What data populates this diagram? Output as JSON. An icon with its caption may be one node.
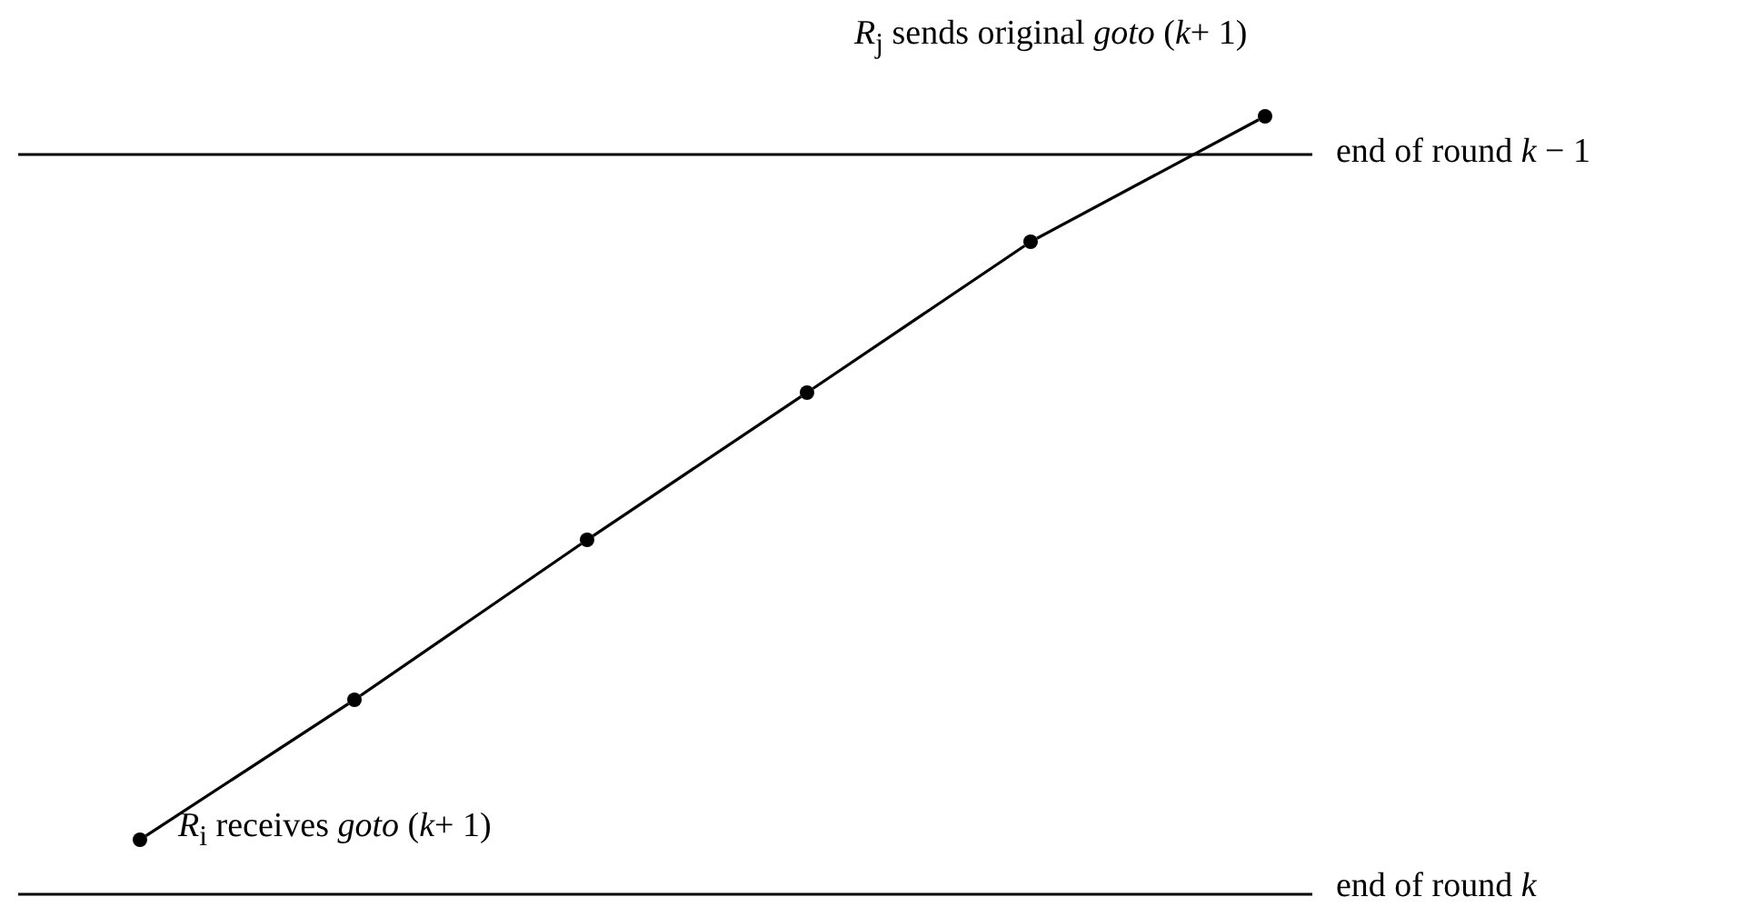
{
  "diagram": {
    "nodes": [
      {
        "text": [],
        "shape": "circle",
        "beside": [
          "*R*$_{j}$ sends original *goto* (*k*+ 1)"
        ]
      },
      {
        "text": [],
        "shape": "circle"
      },
      {
        "text": [],
        "shape": "circle"
      },
      {
        "text": [],
        "shape": "circle"
      },
      {
        "text": [],
        "shape": "circle"
      },
      {
        "text": [],
        "shape": "circle",
        "beside": [
          "*R*$_{i}$ receives *goto* (*k*+ 1)"
        ]
      }
    ],
    "edges": [
      {
        "from": 0,
        "to": 1,
        "arrow": "none"
      },
      {
        "from": 1,
        "to": 2,
        "arrow": "none"
      },
      {
        "from": 2,
        "to": 3,
        "arrow": "none"
      },
      {
        "from": 3,
        "to": 4,
        "arrow": "none"
      },
      {
        "from": 4,
        "to": 5,
        "arrow": "none"
      }
    ],
    "labels": [
      "end of round *k* − 1",
      "end of round *k*"
    ]
  }
}
